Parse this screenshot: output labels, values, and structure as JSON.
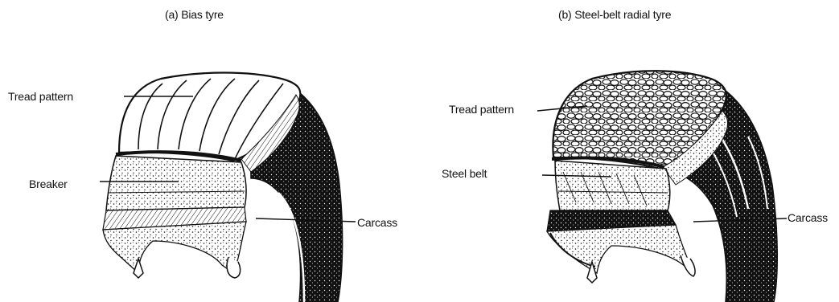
{
  "panels": [
    {
      "caption": "(a) Bias tyre",
      "labels": {
        "tread": "Tread pattern",
        "breaker": "Breaker",
        "carcass": "Carcass"
      }
    },
    {
      "caption": "(b) Steel-belt radial tyre",
      "labels": {
        "tread": "Tread pattern",
        "belt": "Steel belt",
        "carcass": "Carcass"
      }
    }
  ],
  "colors": {
    "ink": "#111111",
    "background": "#ffffff"
  }
}
